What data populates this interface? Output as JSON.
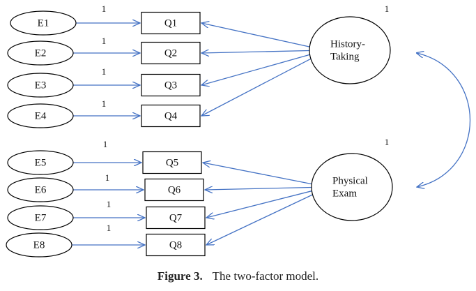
{
  "diagram": {
    "title": "The two-factor model",
    "errors": [
      "E1",
      "E2",
      "E3",
      "E4",
      "E5",
      "E6",
      "E7",
      "E8"
    ],
    "items": [
      "Q1",
      "Q2",
      "Q3",
      "Q4",
      "Q5",
      "Q6",
      "Q7",
      "Q8"
    ],
    "error_path_weight": "1",
    "factors": [
      {
        "name": "History-Taking",
        "lines": [
          "History-",
          "Taking"
        ],
        "variance_label": "1",
        "indicators": [
          "Q1",
          "Q2",
          "Q3",
          "Q4"
        ]
      },
      {
        "name": "Physical Exam",
        "lines": [
          "Physical",
          "Exam"
        ],
        "variance_label": "1",
        "indicators": [
          "Q5",
          "Q6",
          "Q7",
          "Q8"
        ]
      }
    ],
    "correlation": {
      "from": "History-Taking",
      "to": "Physical Exam"
    },
    "colors": {
      "arrow": "#4472c4",
      "stroke": "#000000",
      "text": "#111111"
    }
  },
  "caption": {
    "number": "Figure 3.",
    "text": "The two-factor model."
  }
}
